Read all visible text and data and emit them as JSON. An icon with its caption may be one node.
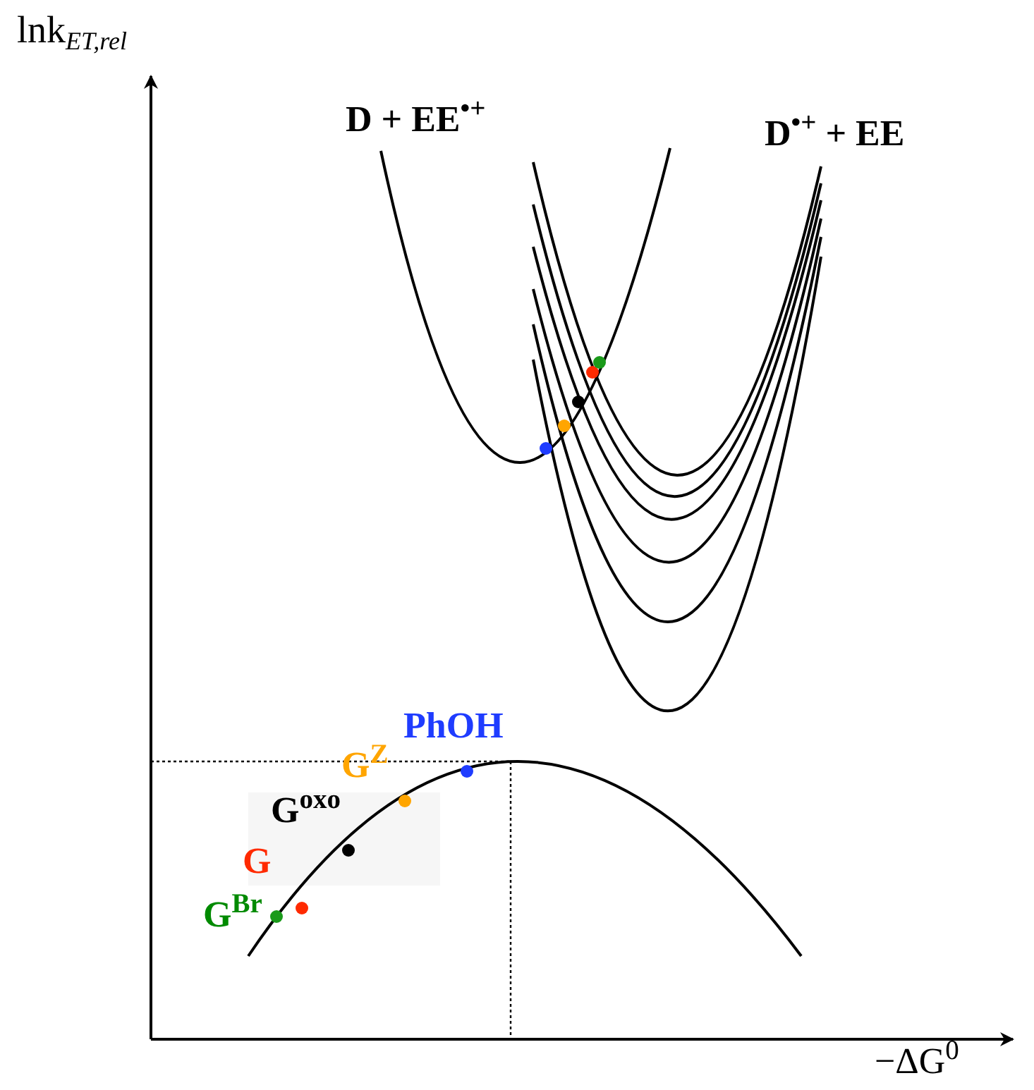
{
  "diagram": {
    "labels": [
      "lnk$_{ET,rel}$",
      "D + EE$^{•+}$",
      "D$^{•+}$ + EE",
      "PhOH",
      "G$^{Z}$",
      "G$^{oxo}$",
      "G",
      "G$^{Br}$",
      "−ΔG$^{0}$"
    ]
  }
}
